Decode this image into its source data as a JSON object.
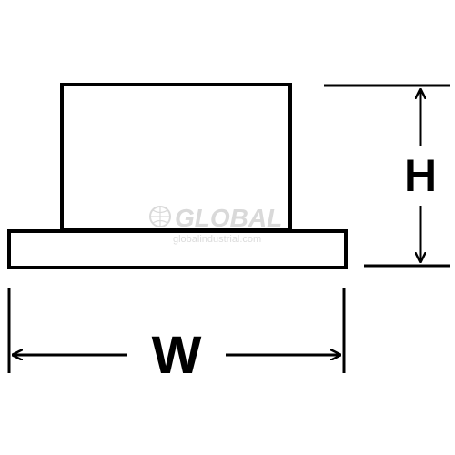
{
  "diagram": {
    "height_label": "H",
    "width_label": "W",
    "line_color": "#000000",
    "background": "#ffffff"
  },
  "watermark": {
    "brand": "GLOBAL",
    "url": "globalindustrial.com",
    "color": "#d9d9d9"
  }
}
